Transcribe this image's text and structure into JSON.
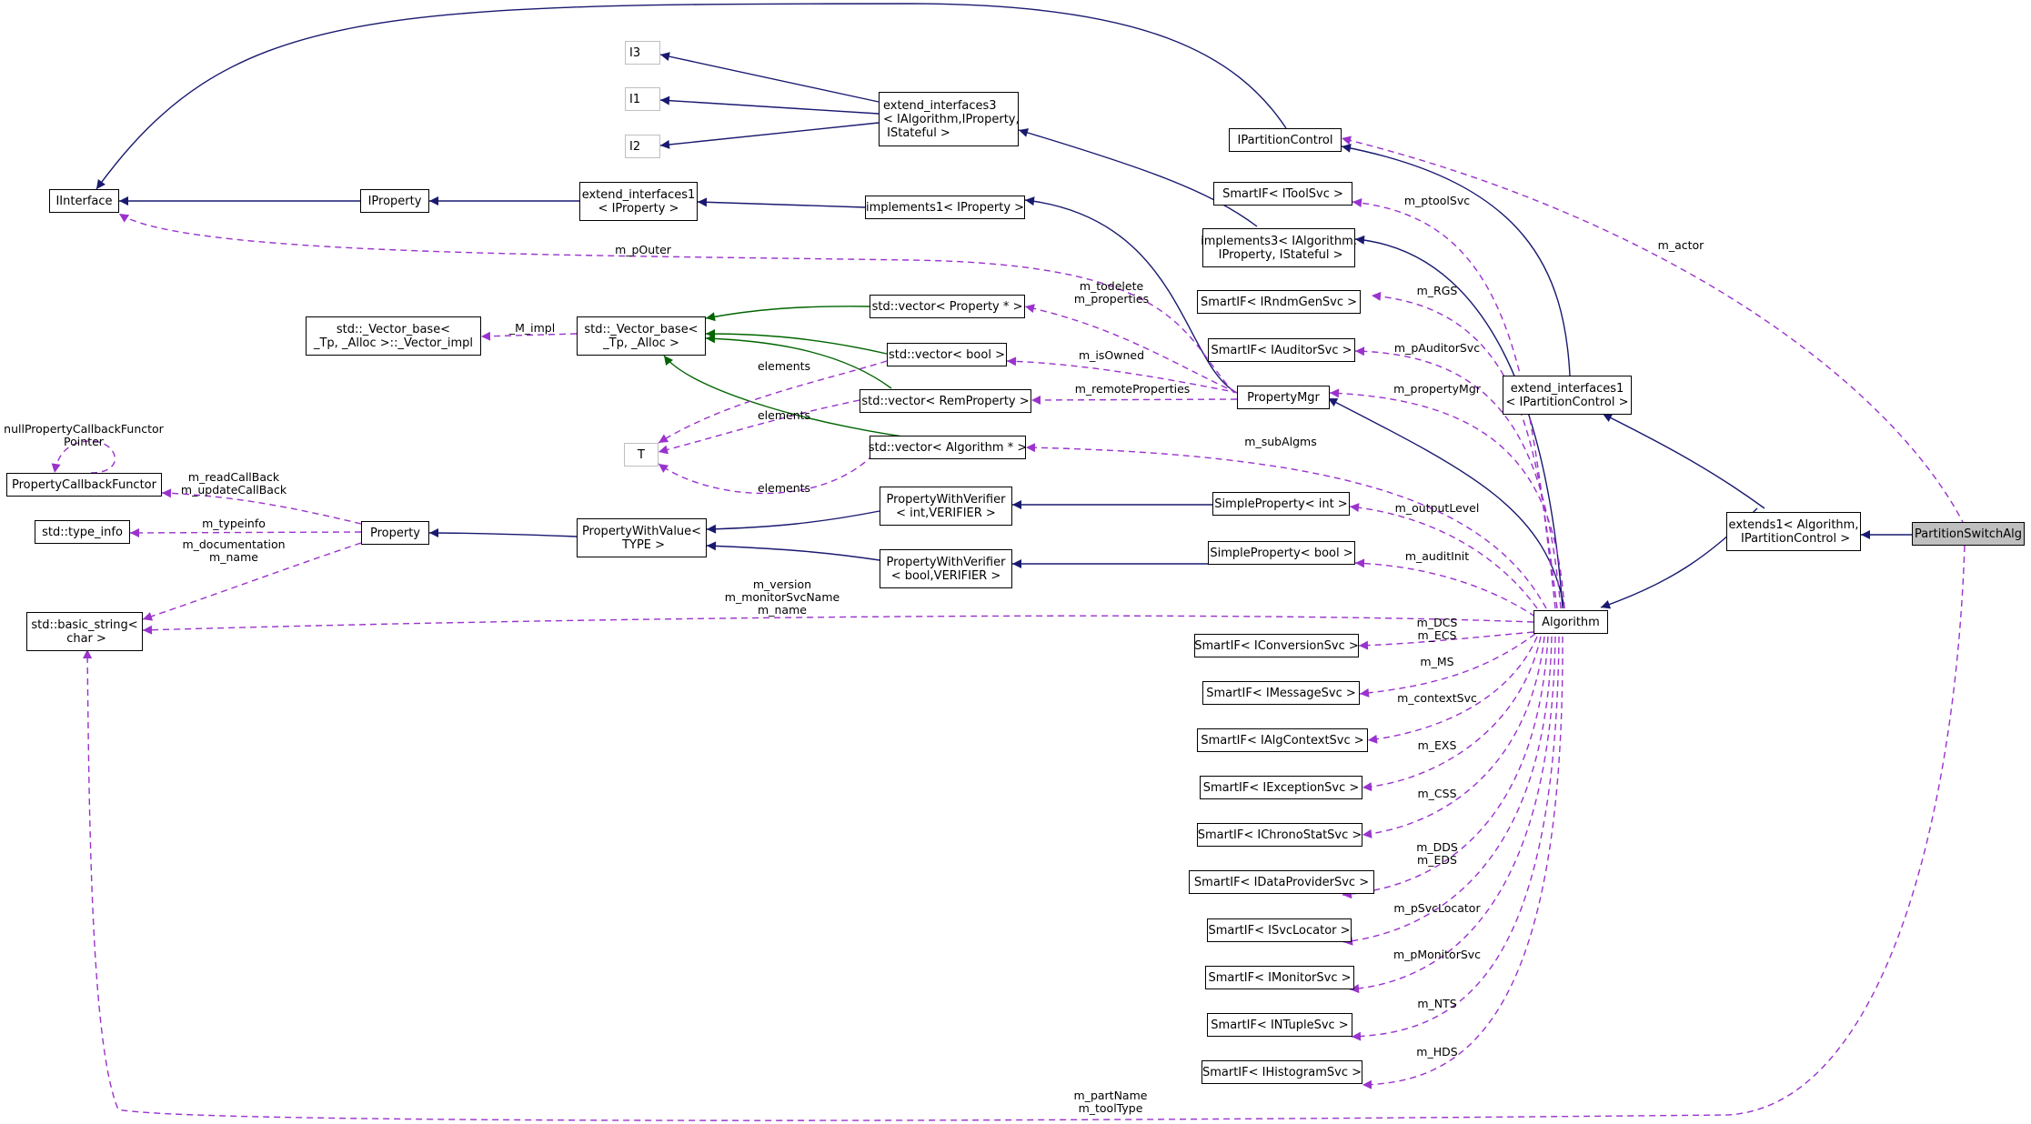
{
  "nodes": {
    "i3": "I3",
    "i1": "I1",
    "i2": "I2",
    "extend_interfaces3": "extend_interfaces3\n< IAlgorithm,IProperty,\n IStateful >",
    "ipartitioncontrol": "IPartitionControl",
    "iinterface": "IInterface",
    "iproperty": "IProperty",
    "extend_interfaces1_iproperty": "extend_interfaces1\n< IProperty >",
    "implements1_iproperty": "implements1< IProperty >",
    "smartif_itoolsvc": "SmartIF< IToolSvc >",
    "implements3": "implements3< IAlgorithm,\n IProperty, IStateful >",
    "smartif_irndmgensvc": "SmartIF< IRndmGenSvc >",
    "smartif_iauditorsvc": "SmartIF< IAuditorSvc >",
    "vector_base_impl": "std::_Vector_base<\n_Tp, _Alloc >::_Vector_impl",
    "vector_base": "std::_Vector_base<\n_Tp, _Alloc >",
    "vector_property": "std::vector< Property * >",
    "vector_bool": "std::vector< bool >",
    "vector_remproperty": "std::vector< RemProperty >",
    "propertymgr": "PropertyMgr",
    "extend_interfaces1_ipc": "extend_interfaces1\n< IPartitionControl >",
    "t": "T",
    "vector_algorithm": "std::vector< Algorithm * >",
    "propertycallbackfunctor": "PropertyCallbackFunctor",
    "propertywithverifier_int": "PropertyWithVerifier\n< int,VERIFIER >",
    "simpleproperty_int": "SimpleProperty< int >",
    "extends1": "extends1< Algorithm,\n IPartitionControl >",
    "partitionswitchalg": "PartitionSwitchAlg",
    "type_info": "std::type_info",
    "property": "Property",
    "propertywithvalue": "PropertyWithValue<\n TYPE >",
    "propertywithverifier_bool": "PropertyWithVerifier\n< bool,VERIFIER >",
    "simpleproperty_bool": "SimpleProperty< bool >",
    "basic_string": "std::basic_string<\n char >",
    "algorithm": "Algorithm",
    "smartif_iconversionsvc": "SmartIF< IConversionSvc >",
    "smartif_imessagesvc": "SmartIF< IMessageSvc >",
    "smartif_ialgcontextsvc": "SmartIF< IAlgContextSvc >",
    "smartif_iexceptionsvc": "SmartIF< IExceptionSvc >",
    "smartif_ichronostatsvc": "SmartIF< IChronoStatSvc >",
    "smartif_idataprovidersvc": "SmartIF< IDataProviderSvc >",
    "smartif_isvclocator": "SmartIF< ISvcLocator >",
    "smartif_imonitorsvc": "SmartIF< IMonitorSvc >",
    "smartif_intuplesvc": "SmartIF< INTupleSvc >",
    "smartif_ihistogramsvc": "SmartIF< IHistogramSvc >"
  },
  "edge_labels": {
    "m_poolsvc": "m_ptoolSvc",
    "m_actor": "m_actor",
    "m_pouter": "m_pOuter",
    "m_rgs": "m_RGS",
    "m_todelete": "m_todelete\nm_properties",
    "m_impl": "_M_impl",
    "m_pauditorsvc": "m_pAuditorSvc",
    "m_isowned": "m_isOwned",
    "elements_bool": "elements",
    "m_remoteproperties": "m_remoteProperties",
    "m_propertymgr": "m_propertyMgr",
    "elements_rem": "elements",
    "null_functor": "nullPropertyCallbackFunctor\nPointer",
    "m_subalgms": "m_subAlgms",
    "m_readcallback": "m_readCallBack\nm_updateCallBack",
    "elements_alg": "elements",
    "m_outputlevel": "m_outputLevel",
    "m_typeinfo": "m_typeinfo",
    "m_documentation": "m_documentation\nm_name",
    "m_auditinit": "m_auditInit",
    "m_version": "m_version\nm_monitorSvcName\nm_name",
    "m_dcs": "m_DCS\nm_ECS",
    "m_ms": "m_MS",
    "m_contextsvc": "m_contextSvc",
    "m_exs": "m_EXS",
    "m_css": "m_CSS",
    "m_dds": "m_DDS\nm_EDS",
    "m_psvclocator": "m_pSvcLocator",
    "m_pmonitorsvc": "m_pMonitorSvc",
    "m_nts": "m_NTS",
    "m_hds": "m_HDS",
    "m_partname": "m_partName\nm_toolType"
  },
  "colors": {
    "inheritance": "#191970",
    "template": "#006400",
    "usage": "#9a32cd",
    "root_fill": "#bfbfbf",
    "ghost_border": "#bfbfbf"
  }
}
